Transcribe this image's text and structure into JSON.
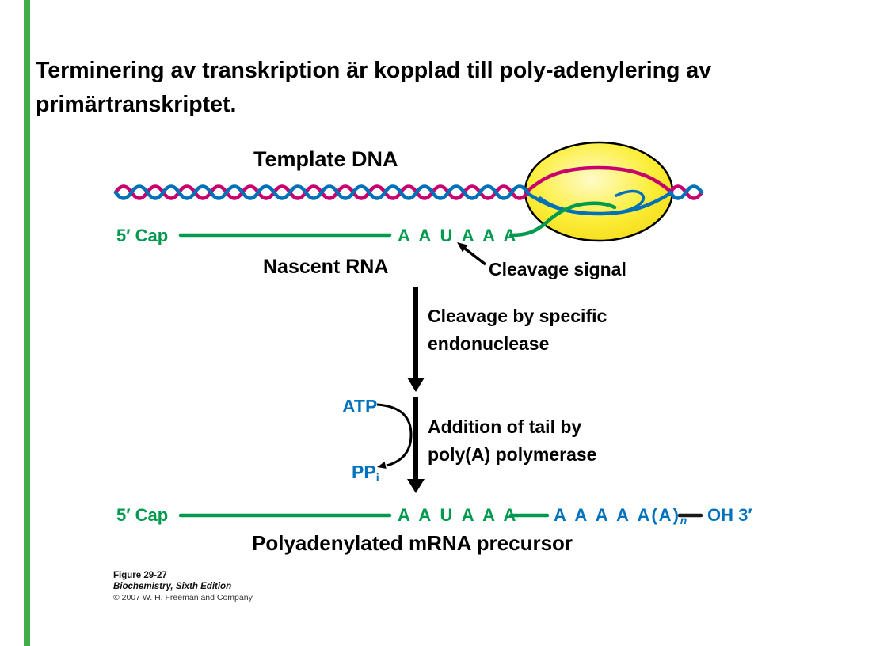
{
  "slide": {
    "title_line1": "Terminering av transkription är kopplad till poly-adenylering av",
    "title_line2": "primärtranskriptet."
  },
  "diagram": {
    "template_dna_label": "Template DNA",
    "five_cap_top": "5′ Cap",
    "aauaaa_top": "A A U A A A",
    "nascent_rna_label": "Nascent RNA",
    "cleavage_signal_label": "Cleavage signal",
    "step1_line1": "Cleavage by specific",
    "step1_line2": "endonuclease",
    "atp_label": "ATP",
    "ppi_base": "PP",
    "ppi_sub": "i",
    "step2_line1": "Addition of tail by",
    "step2_line2": "poly(A) polymerase",
    "five_cap_bottom": "5′ Cap",
    "aauaaa_bottom": "A A U A A A",
    "polya_tail": "A A A A A(A)",
    "polya_sub": "n",
    "oh_label": "OH 3′",
    "bottom_label": "Polyadenylated mRNA precursor"
  },
  "caption": {
    "figure": "Figure 29-27",
    "book": "Biochemistry, Sixth Edition",
    "copyright": "© 2007 W. H. Freeman and Company"
  },
  "colors": {
    "accent_bar": "#3fae49",
    "rna_green": "#009a4e",
    "text_blue": "#0071bc",
    "strand_magenta": "#c8006e",
    "strand_blue": "#0070b8",
    "polymerase_yellow": "#fff200"
  }
}
